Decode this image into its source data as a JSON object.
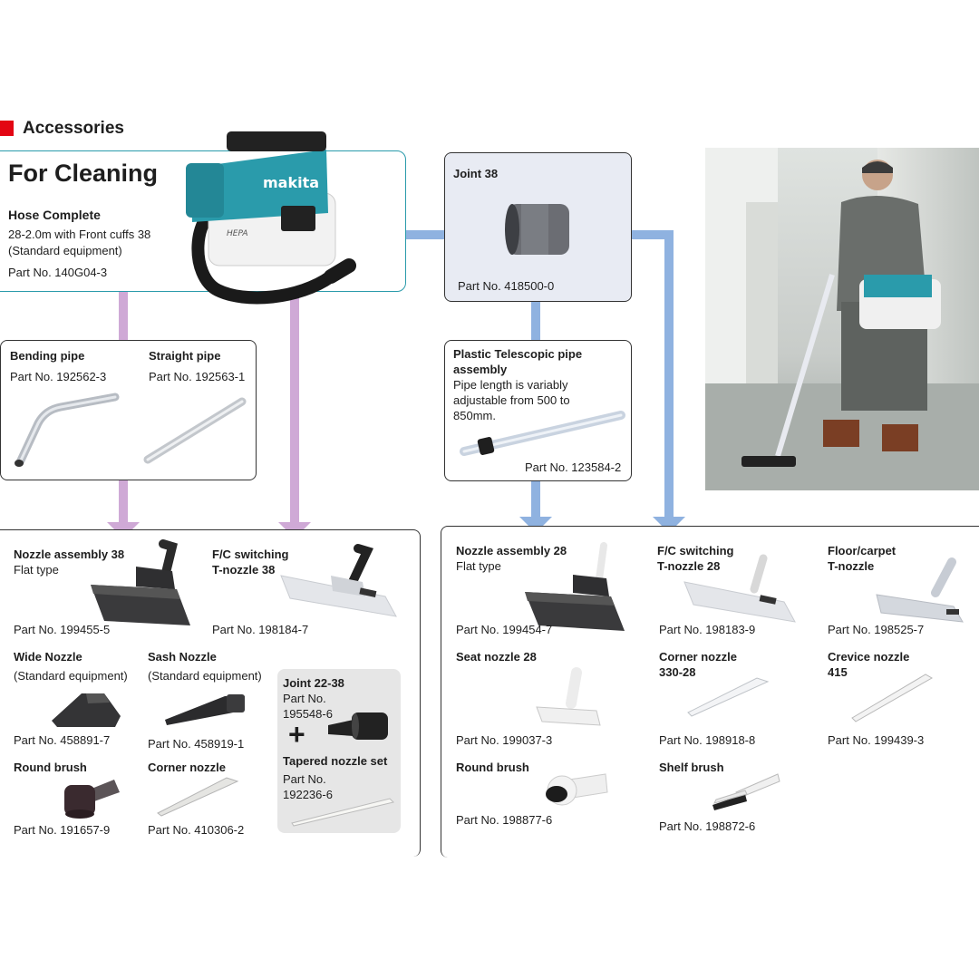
{
  "section": {
    "title": "Accessories"
  },
  "hose_box": {
    "heading": "For Cleaning",
    "title": "Hose Complete",
    "line1": "28-2.0m with Front cuffs 38",
    "line2": "(Standard equipment)",
    "part": "Part No. 140G04-3",
    "brand": "makita",
    "hepa": "HEPA"
  },
  "joint38": {
    "title": "Joint 38",
    "part": "Part No. 418500-0"
  },
  "pipes": {
    "bending": {
      "title": "Bending pipe",
      "part": "Part No. 192562-3"
    },
    "straight": {
      "title": "Straight pipe",
      "part": "Part No. 192563-1"
    }
  },
  "telescopic": {
    "title1": "Plastic Telescopic pipe",
    "title2": "assembly",
    "desc1": "Pipe length is variably",
    "desc2": "adjustable from 500 to",
    "desc3": "850mm.",
    "part": "Part No. 123584-2"
  },
  "left_group": {
    "nozzle38": {
      "title": "Nozzle assembly 38",
      "sub": "Flat type",
      "part": "Part No. 199455-5"
    },
    "fc38": {
      "title1": "F/C switching",
      "title2": "T-nozzle 38",
      "part": "Part No. 198184-7"
    },
    "wide": {
      "title": "Wide Nozzle",
      "sub": "(Standard equipment)",
      "part": "Part No. 458891-7"
    },
    "sash": {
      "title": "Sash Nozzle",
      "sub": "(Standard equipment)",
      "part": "Part No. 458919-1"
    },
    "joint2238": {
      "title": "Joint 22-38",
      "part1": "Part No.",
      "part2": "195548-6",
      "plus": "+"
    },
    "tapered": {
      "title": "Tapered nozzle set",
      "part1": "Part No.",
      "part2": "192236-6"
    },
    "round": {
      "title": "Round brush",
      "part": "Part No. 191657-9"
    },
    "corner": {
      "title": "Corner nozzle",
      "part": "Part No. 410306-2"
    }
  },
  "right_group": {
    "nozzle28": {
      "title": "Nozzle assembly 28",
      "sub": "Flat type",
      "part": "Part No. 199454-7"
    },
    "fc28": {
      "title1": "F/C switching",
      "title2": "T-nozzle 28",
      "part": "Part No. 198183-9"
    },
    "floor": {
      "title1": "Floor/carpet",
      "title2": "T-nozzle",
      "part": "Part No. 198525-7"
    },
    "seat": {
      "title": "Seat nozzle 28",
      "part": "Part No. 199037-3"
    },
    "corner33028": {
      "title1": "Corner nozzle",
      "title2": "330-28",
      "part": "Part No. 198918-8"
    },
    "crevice": {
      "title1": "Crevice nozzle",
      "title2": "415",
      "part": "Part No. 199439-3"
    },
    "round": {
      "title": "Round brush",
      "part": "Part No. 198877-6"
    },
    "shelf": {
      "title": "Shelf brush",
      "part": "Part No. 198872-6"
    }
  },
  "colors": {
    "accent_red": "#e30613",
    "teal": "#2a9bab",
    "purple": "#cfa9d6",
    "blue": "#8fb2e0"
  }
}
